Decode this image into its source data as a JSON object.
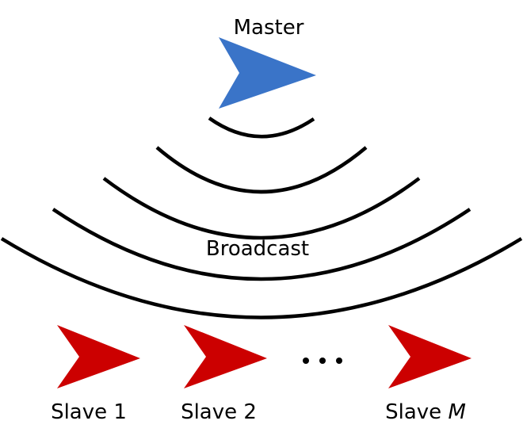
{
  "master": {
    "label": "Master",
    "color": "#3a74c8"
  },
  "broadcast": {
    "label": "Broadcast",
    "wave_count": 5
  },
  "slaves": {
    "color": "#cc0000",
    "items": [
      {
        "label": "Slave 1"
      },
      {
        "label": "Slave 2"
      },
      {
        "label": "Slave M"
      }
    ],
    "ellipsis": "…"
  },
  "icons": {
    "master": "arrowhead-right-icon",
    "slave": "arrowhead-right-icon"
  }
}
